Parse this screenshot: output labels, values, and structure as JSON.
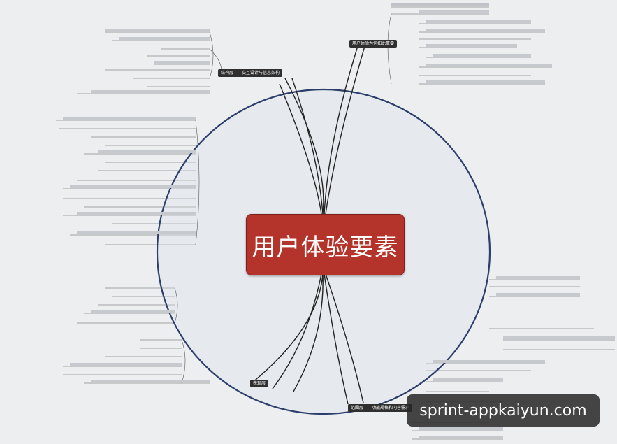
{
  "central": {
    "title": "用户体验要素"
  },
  "watermark": {
    "text": "sprint-appkaiyun.com"
  },
  "branches": {
    "structure_layer": "结构层——交互设计与信息架构",
    "strategy_layer": "用户体验为何如此重要",
    "scope_layer": "范围层——功能规格和内容需求",
    "surface_layer": "表现层"
  },
  "colors": {
    "central_fill": "#b4342b",
    "ellipse_stroke": "#2c3e6b",
    "background": "#eceef0"
  }
}
